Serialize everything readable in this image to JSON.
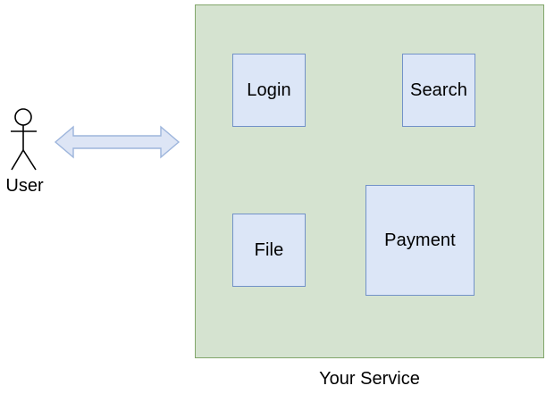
{
  "diagram": {
    "title_caption": "Your Service",
    "actor": {
      "label": "User",
      "icon": "actor-stick-figure-icon"
    },
    "association": {
      "icon": "double-headed-arrow-icon",
      "label": ""
    },
    "container": {
      "label": "Your Service",
      "fill_color": "#d5e3d0",
      "border_color": "#82a66a"
    },
    "components": [
      {
        "id": "login",
        "label": "Login",
        "fill_color": "#dce6f7",
        "border_color": "#7292c8"
      },
      {
        "id": "search",
        "label": "Search",
        "fill_color": "#dce6f7",
        "border_color": "#7292c8"
      },
      {
        "id": "file",
        "label": "File",
        "fill_color": "#dce6f7",
        "border_color": "#7292c8"
      },
      {
        "id": "payment",
        "label": "Payment",
        "fill_color": "#dce6f7",
        "border_color": "#7292c8"
      }
    ]
  }
}
